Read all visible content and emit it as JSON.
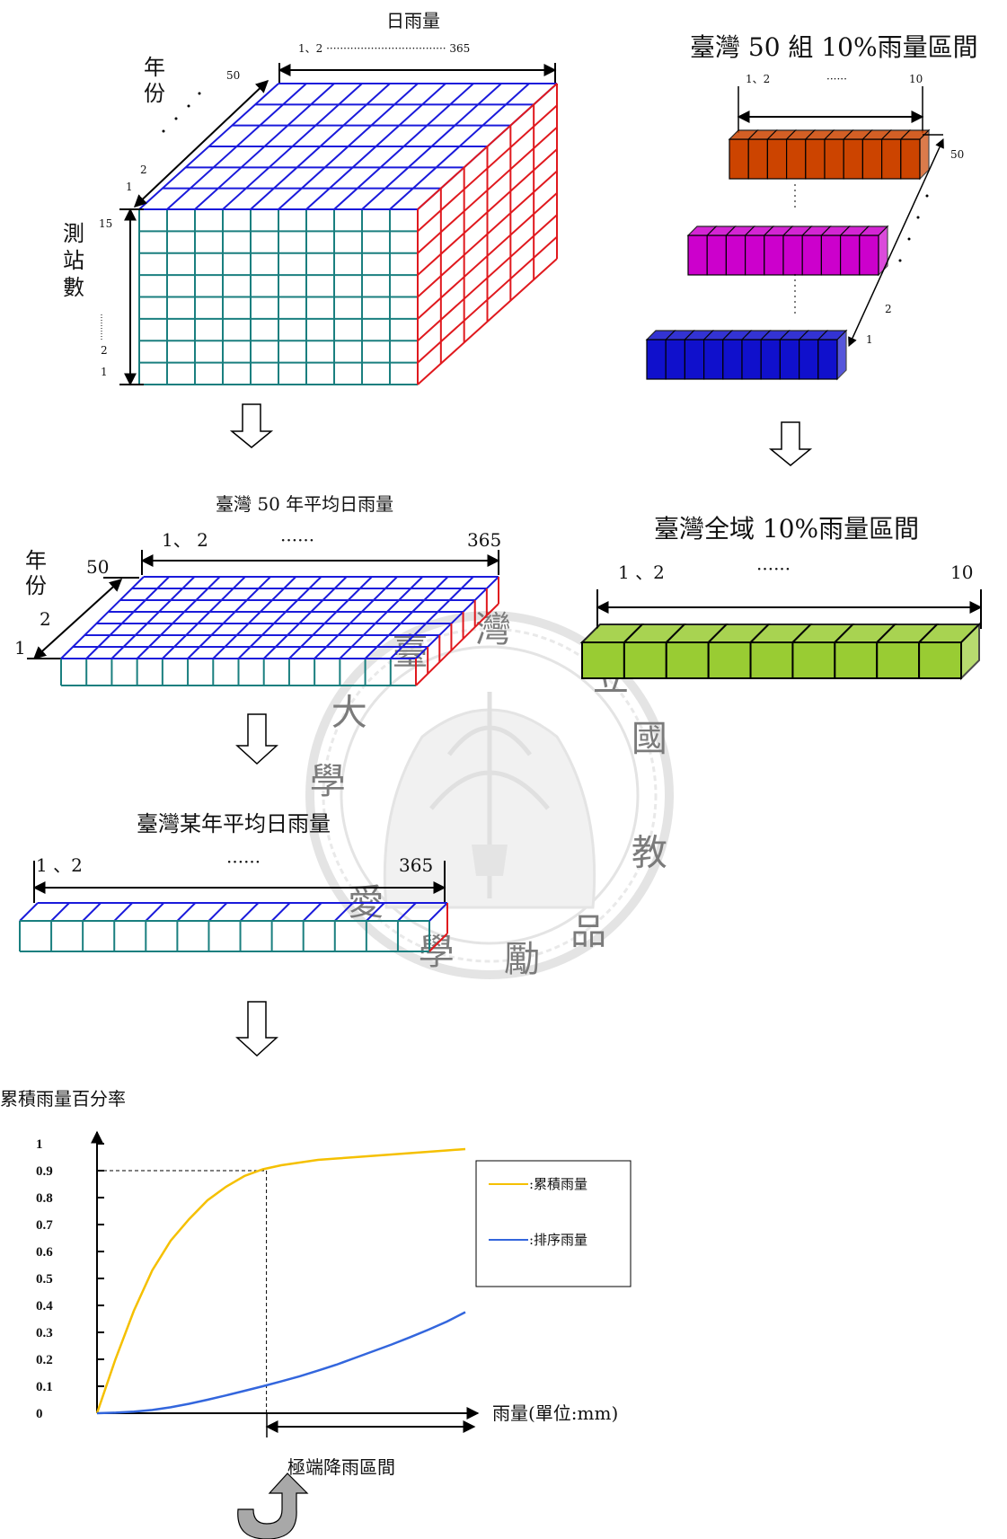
{
  "colors": {
    "grid_blue": "#1a1adb",
    "grid_red": "#e0191e",
    "grid_teal": "#1a7f7f",
    "bar_orange": "#cc4400",
    "bar_magenta": "#cc00cc",
    "bar_blue": "#1010cc",
    "bar_green": "#99cc33",
    "curve_yellow": "#f5c000",
    "curve_blue": "#3366dd",
    "watermark": "#cfcfcf"
  },
  "cube": {
    "top_label": "日雨量",
    "range_label": "1、2 ··································· 365",
    "year_axis_label": [
      "年",
      "份"
    ],
    "year_max": "50",
    "year_two": "2",
    "year_one": "1",
    "station_label": [
      "測",
      "站",
      "數"
    ],
    "station_max": "15",
    "station_two": "2",
    "station_one": "1"
  },
  "bars_50": {
    "title": "臺灣 50 組 10%雨量區間",
    "range_start": "1、2",
    "range_dots": "······",
    "range_end": "10",
    "group_top": "50",
    "group_two": "2",
    "group_one": "1"
  },
  "avg50": {
    "title": "臺灣 50 年平均日雨量",
    "range_start": "1、 2",
    "range_dots": "······",
    "range_end": "365",
    "year_label": [
      "年",
      "份"
    ],
    "year_max": "50",
    "year_two": "2",
    "year_one": "1"
  },
  "global10": {
    "title": "臺灣全域 10%雨量區間",
    "range_start": "1 、2",
    "range_dots": "······",
    "range_end": "10"
  },
  "year_avg": {
    "title": "臺灣某年平均日雨量",
    "range_start": "1 、2",
    "range_dots": "······",
    "range_end": "365"
  },
  "watermark": {
    "chars": [
      "臺",
      "灣",
      "大",
      "學",
      "國",
      "立",
      "教",
      "品",
      "勵",
      "學",
      "愛"
    ]
  },
  "chart_data": {
    "type": "line",
    "ylabel": "累積雨量百分率",
    "xlabel": "雨量(單位:mm)",
    "ylim": [
      0,
      1
    ],
    "y_ticks": [
      "0",
      "0.1",
      "0.2",
      "0.3",
      "0.4",
      "0.5",
      "0.6",
      "0.7",
      "0.8",
      "0.9",
      "1"
    ],
    "x": [
      0,
      0.05,
      0.1,
      0.15,
      0.2,
      0.25,
      0.3,
      0.35,
      0.4,
      0.45,
      0.5,
      0.55,
      0.6,
      0.65,
      0.7,
      0.75,
      0.8,
      0.85,
      0.9,
      0.95,
      1.0
    ],
    "series": [
      {
        "name": ":累積雨量",
        "color": "#f5c000",
        "values": [
          0,
          0.2,
          0.38,
          0.53,
          0.64,
          0.72,
          0.79,
          0.84,
          0.88,
          0.905,
          0.92,
          0.93,
          0.94,
          0.945,
          0.95,
          0.955,
          0.96,
          0.965,
          0.97,
          0.975,
          0.98
        ]
      },
      {
        "name": ":排序雨量",
        "color": "#3366dd",
        "values": [
          0,
          0.002,
          0.006,
          0.012,
          0.022,
          0.035,
          0.05,
          0.066,
          0.083,
          0.1,
          0.118,
          0.137,
          0.158,
          0.18,
          0.205,
          0.23,
          0.255,
          0.282,
          0.31,
          0.34,
          0.375
        ]
      }
    ],
    "reference_y": 0.9,
    "reference_x": 0.46,
    "extreme_label": "極端降雨區間"
  }
}
